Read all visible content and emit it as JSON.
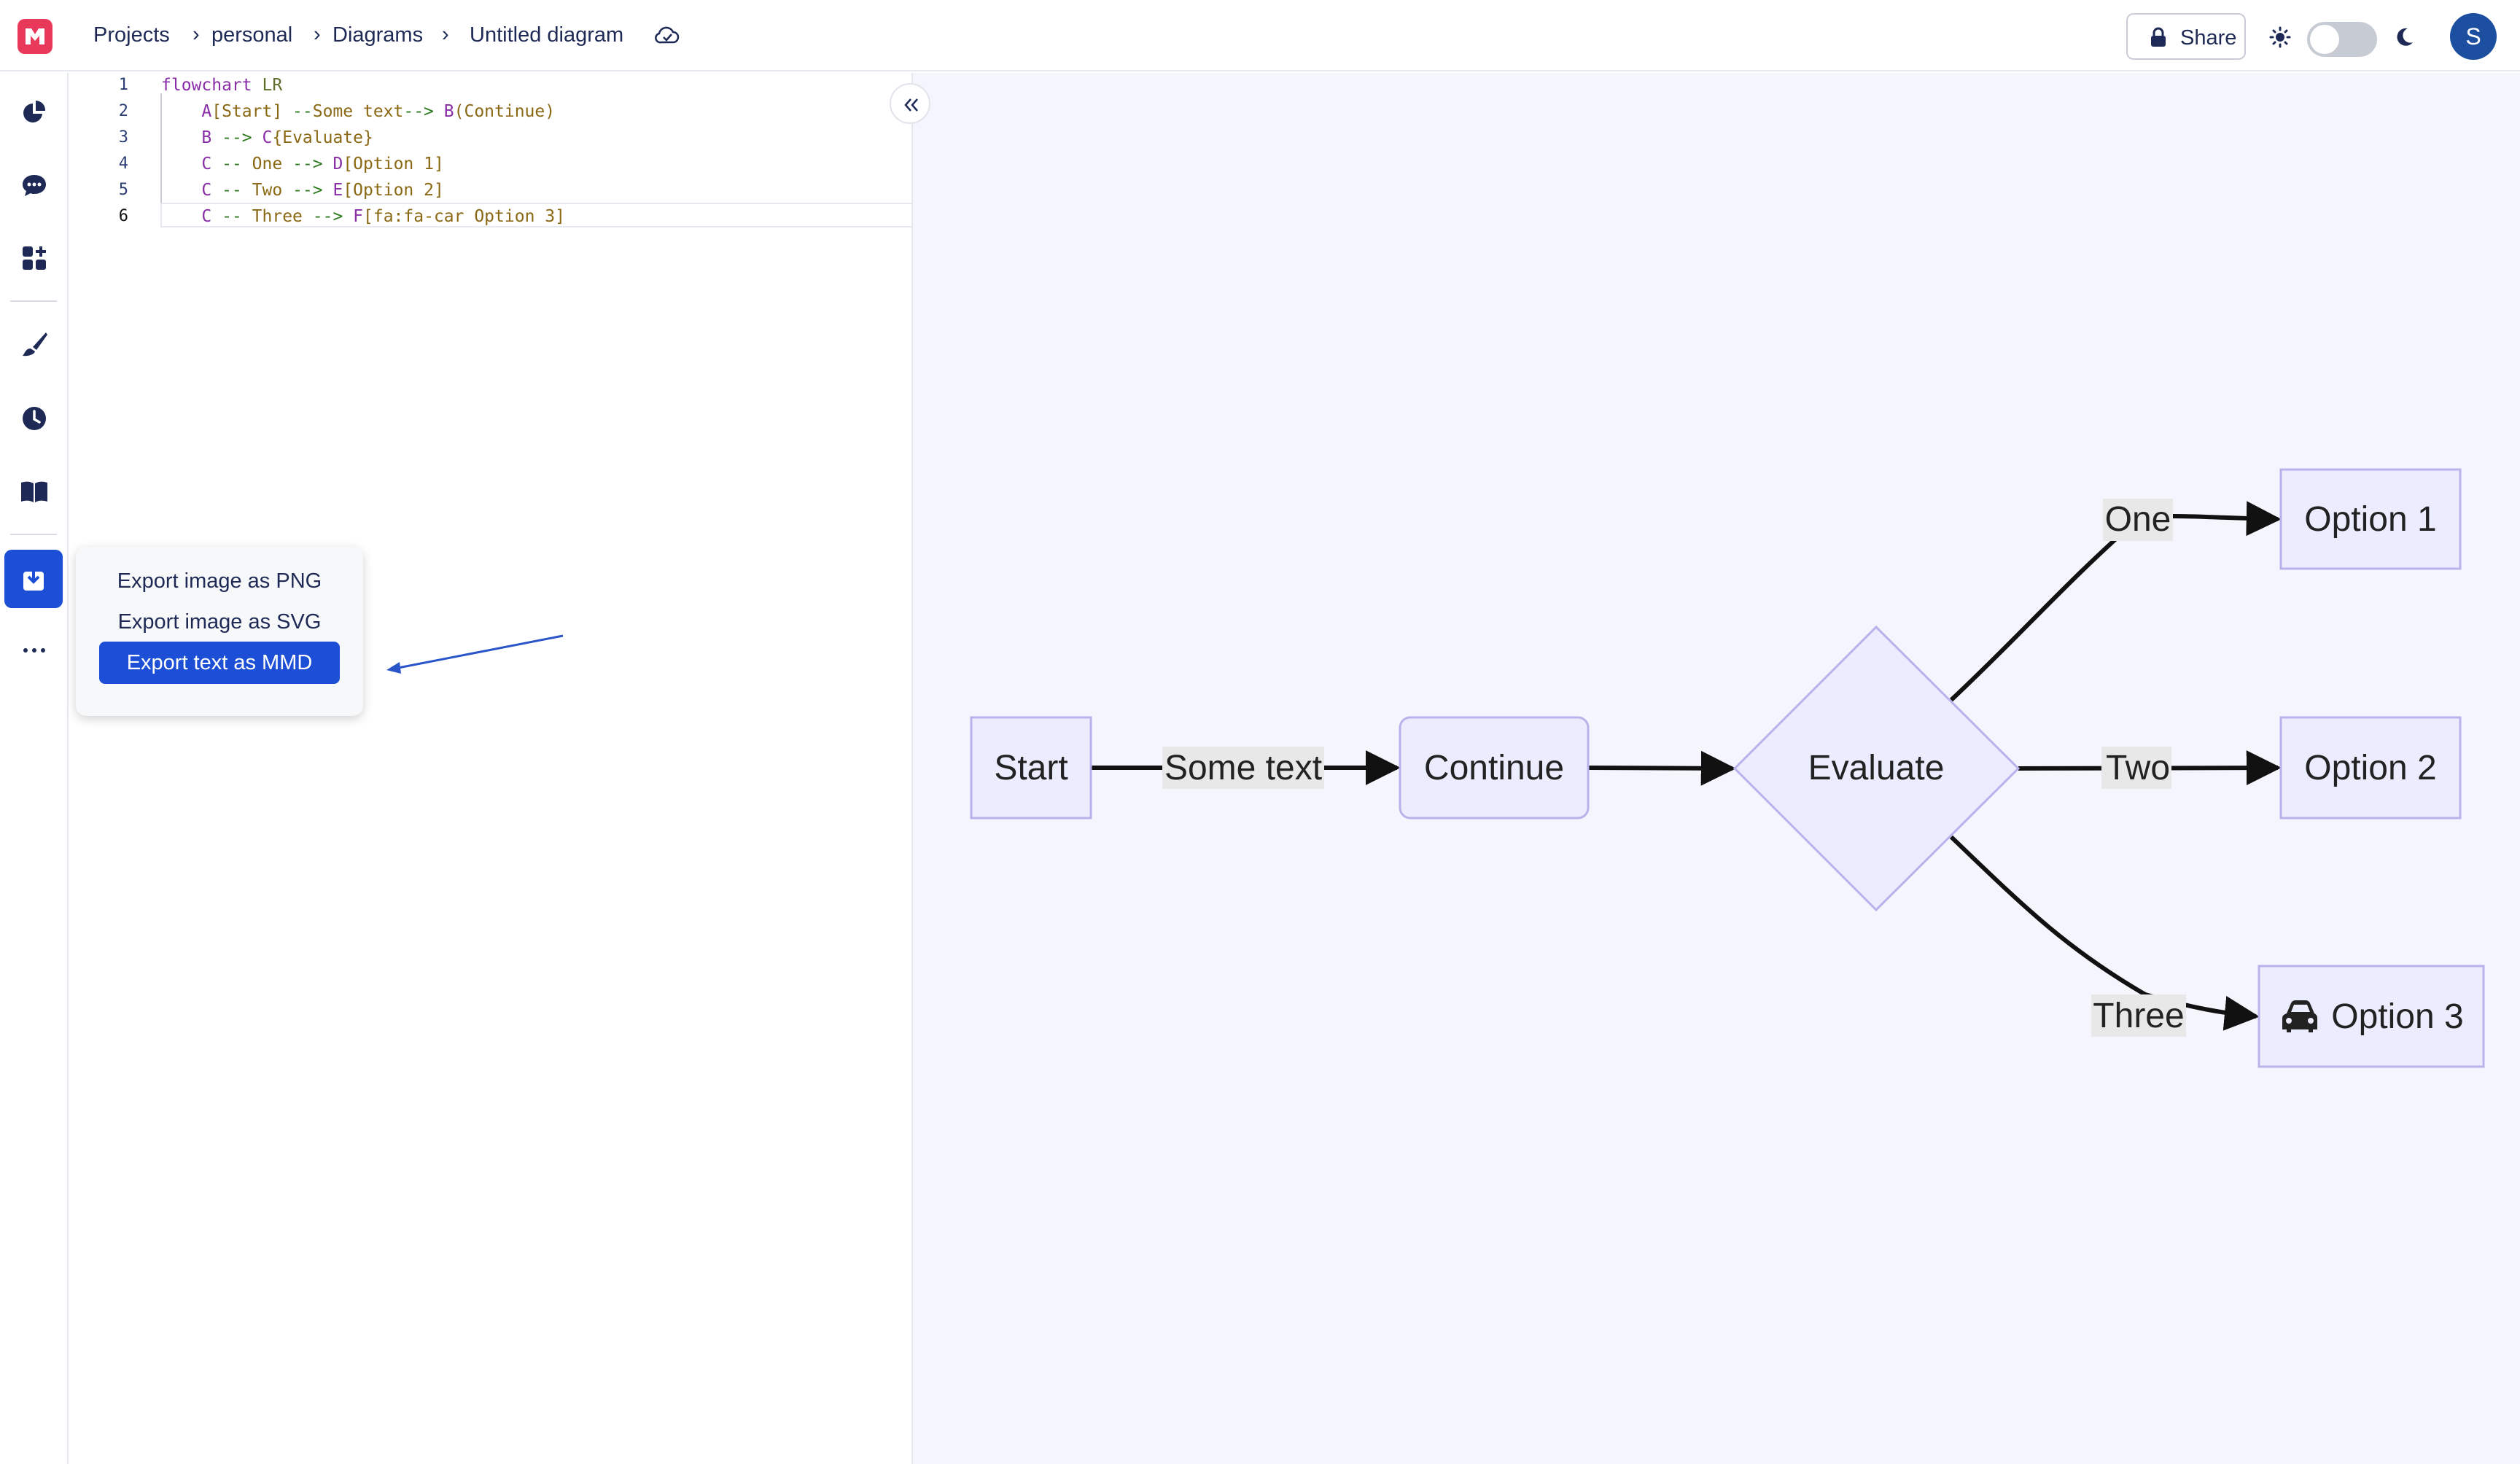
{
  "header": {
    "breadcrumb": [
      "Projects",
      "personal",
      "Diagrams",
      "Untitled diagram"
    ],
    "separator": "›",
    "share_label": "Share",
    "avatar_initial": "S",
    "theme_toggle_on": false
  },
  "sidebar": {
    "items": [
      {
        "icon": "pie-chart-icon"
      },
      {
        "icon": "chat-icon"
      },
      {
        "icon": "add-widget-icon"
      },
      {
        "icon": "brush-icon"
      },
      {
        "icon": "history-icon"
      },
      {
        "icon": "book-icon"
      },
      {
        "icon": "export-icon",
        "active": true
      },
      {
        "icon": "more-icon"
      }
    ]
  },
  "editor": {
    "lines": [
      {
        "n": "1",
        "text": "flowchart LR"
      },
      {
        "n": "2",
        "text": "    A[Start] --Some text--> B(Continue)"
      },
      {
        "n": "3",
        "text": "    B --> C{Evaluate}"
      },
      {
        "n": "4",
        "text": "    C -- One --> D[Option 1]"
      },
      {
        "n": "5",
        "text": "    C -- Two --> E[Option 2]"
      },
      {
        "n": "6",
        "text": "    C -- Three --> F[fa:fa-car Option 3]"
      }
    ]
  },
  "export_menu": {
    "items": [
      "Export image as PNG",
      "Export image as SVG",
      "Export text as MMD"
    ],
    "selected": "Export text as MMD"
  },
  "diagram": {
    "nodes": {
      "A": "Start",
      "B": "Continue",
      "C": "Evaluate",
      "D": "Option 1",
      "E": "Option 2",
      "F": "Option 3"
    },
    "edges": {
      "AB": "Some text",
      "CD": "One",
      "CE": "Two",
      "CF": "Three"
    },
    "colors": {
      "node_fill": "#ececff",
      "node_stroke": "#b7b3ea",
      "edge": "#111111",
      "accent": "#1c4fd6",
      "brand": "#e8395a"
    }
  }
}
